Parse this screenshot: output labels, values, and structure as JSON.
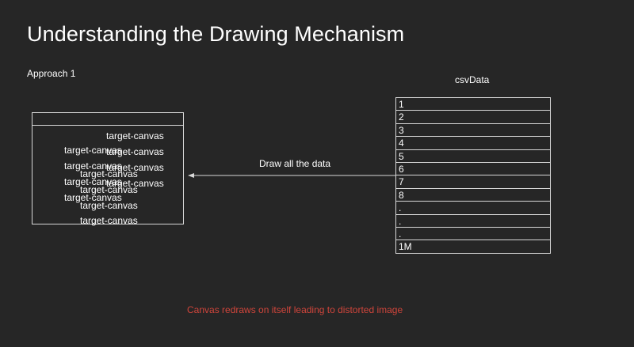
{
  "slide": {
    "title": "Understanding the Drawing Mechanism",
    "subtitle": "Approach 1"
  },
  "canvas": {
    "labels": [
      "target-canvas",
      "target-canvas",
      "target-canvas",
      "target-canvas",
      "target-canvas",
      "target-canvas",
      "target-canvas",
      "target-canvas",
      "target-canvas",
      "target-canvas",
      "target-canvas",
      "target-canvas"
    ]
  },
  "csv": {
    "title": "csvData",
    "rows": [
      "1",
      "2",
      "3",
      "4",
      "5",
      "6",
      "7",
      "8",
      ".",
      ".",
      ".",
      "1M"
    ]
  },
  "arrow": {
    "label": "Draw all the data"
  },
  "caption": {
    "text": "Canvas redraws on itself leading to distorted image",
    "color": "#d0453b"
  },
  "colors": {
    "background": "#262626",
    "line": "#d8d8d8",
    "text": "#ffffff"
  }
}
